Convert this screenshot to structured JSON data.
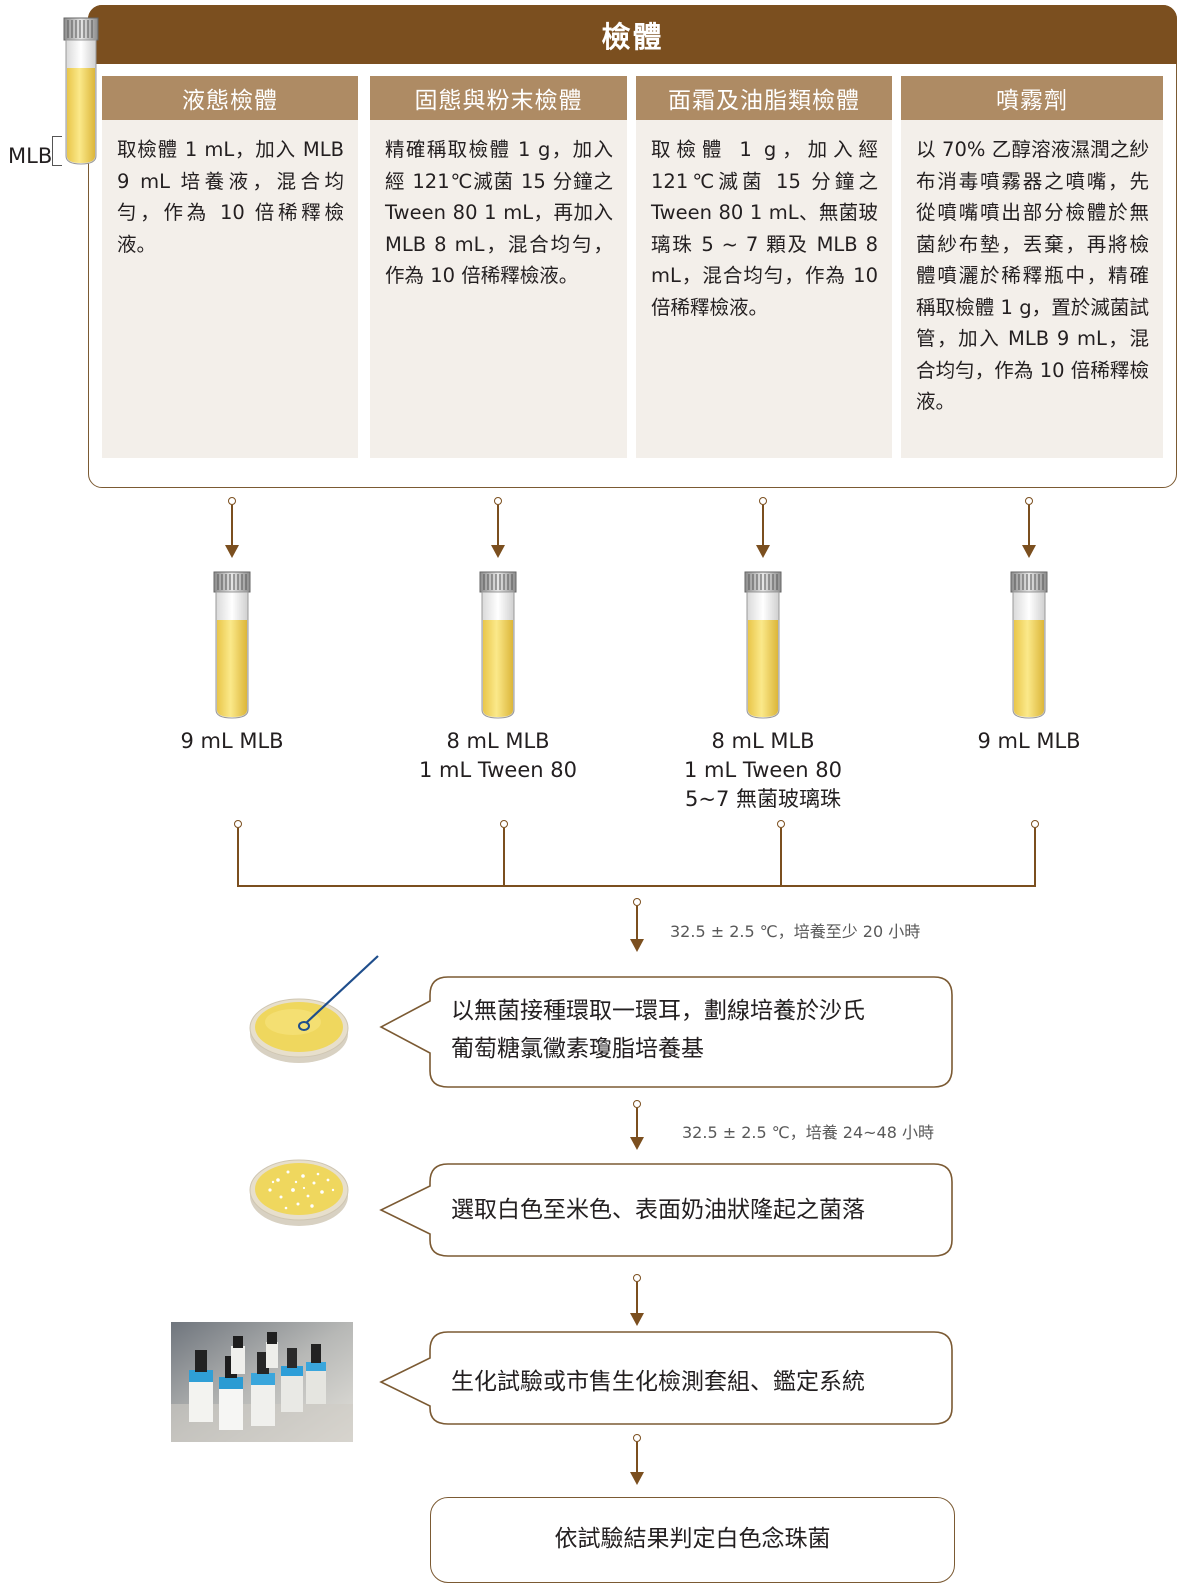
{
  "panel": {
    "title": "檢體",
    "side_label": "MLB",
    "columns": [
      {
        "heading": "液態檢體",
        "text": "取檢體 1 mL，加入 MLB 9 mL 培養液，混合均勻，作為 10 倍稀釋檢液。"
      },
      {
        "heading": "固態與粉末檢體",
        "text": "精確稱取檢體 1 g，加入經 121℃滅菌 15 分鐘之 Tween 80 1 mL，再加入 MLB 8 mL，混合均勻，作為 10 倍稀釋檢液。"
      },
      {
        "heading": "面霜及油脂類檢體",
        "text": "取檢體 1 g，加入經 121℃滅菌 15 分鐘之 Tween 80 1 mL、無菌玻璃珠 5 ~ 7 顆及 MLB 8 mL，混合均勻，作為 10 倍稀釋檢液。"
      },
      {
        "heading": "噴霧劑",
        "text": "以 70% 乙醇溶液濕潤之紗布消毒噴霧器之噴嘴，先從噴嘴噴出部分檢體於無菌紗布墊，丟棄，再將檢體噴灑於稀釋瓶中，精確稱取檢體 1 g，置於滅菌試管，加入 MLB 9 mL，混合均勻，作為 10 倍稀釋檢液。"
      }
    ]
  },
  "tubes": [
    {
      "label_lines": [
        "9 mL MLB"
      ]
    },
    {
      "label_lines": [
        "8 mL MLB",
        "1 mL Tween 80"
      ]
    },
    {
      "label_lines": [
        "8 mL MLB",
        "1 mL Tween 80",
        "5~7 無菌玻璃珠"
      ]
    },
    {
      "label_lines": [
        "9 mL MLB"
      ]
    }
  ],
  "steps": [
    {
      "condition": "32.5 ± 2.5 ℃，培養至少 20 小時",
      "lines": [
        "以無菌接種環取一環耳，劃線培養於沙氏",
        "葡萄糖氯黴素瓊脂培養基"
      ],
      "icon": "petri-dish-loop-icon"
    },
    {
      "condition": "32.5 ± 2.5 ℃，培養 24~48 小時",
      "lines": [
        "選取白色至米色、表面奶油狀隆起之菌落"
      ],
      "icon": "petri-dish-colonies-icon"
    },
    {
      "condition": "",
      "lines": [
        "生化試驗或市售生化檢測套組、鑑定系統"
      ],
      "icon": "reagent-vials-photo"
    },
    {
      "condition": "",
      "lines": [
        "依試驗結果判定白色念珠菌"
      ],
      "icon": ""
    }
  ],
  "colors": {
    "brand_dark": "#7b4f1f",
    "brand_light": "#ae8b64",
    "panel_bg": "#f3efea",
    "medium": "#f3dd68"
  }
}
